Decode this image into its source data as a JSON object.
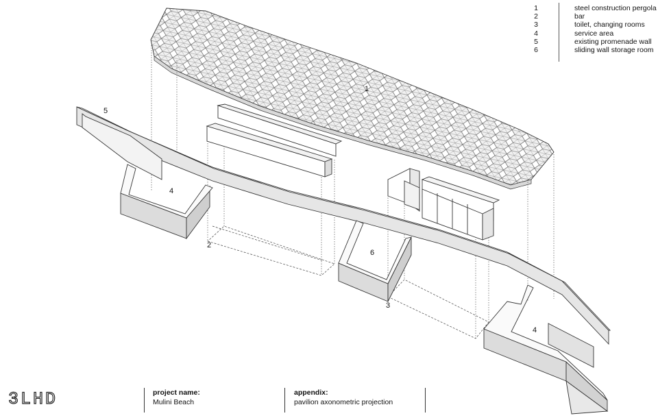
{
  "legend": [
    {
      "num": "1",
      "label": "steel construction pergola"
    },
    {
      "num": "2",
      "label": "bar"
    },
    {
      "num": "3",
      "label": "toilet, changing rooms"
    },
    {
      "num": "4",
      "label": "service area"
    },
    {
      "num": "5",
      "label": "existing promenade wall"
    },
    {
      "num": "6",
      "label": "sliding wall storage room"
    }
  ],
  "callouts": {
    "pergola": "1",
    "bar": "2",
    "toilets": "3",
    "service_left": "4",
    "service_right": "4",
    "wall": "5",
    "storage": "6"
  },
  "footer": {
    "logo_text": "3LHD",
    "project_caption": "project name:",
    "project_value": "Mulini Beach",
    "appendix_caption": "appendix:",
    "appendix_value": "pavilion axonometric projection"
  }
}
